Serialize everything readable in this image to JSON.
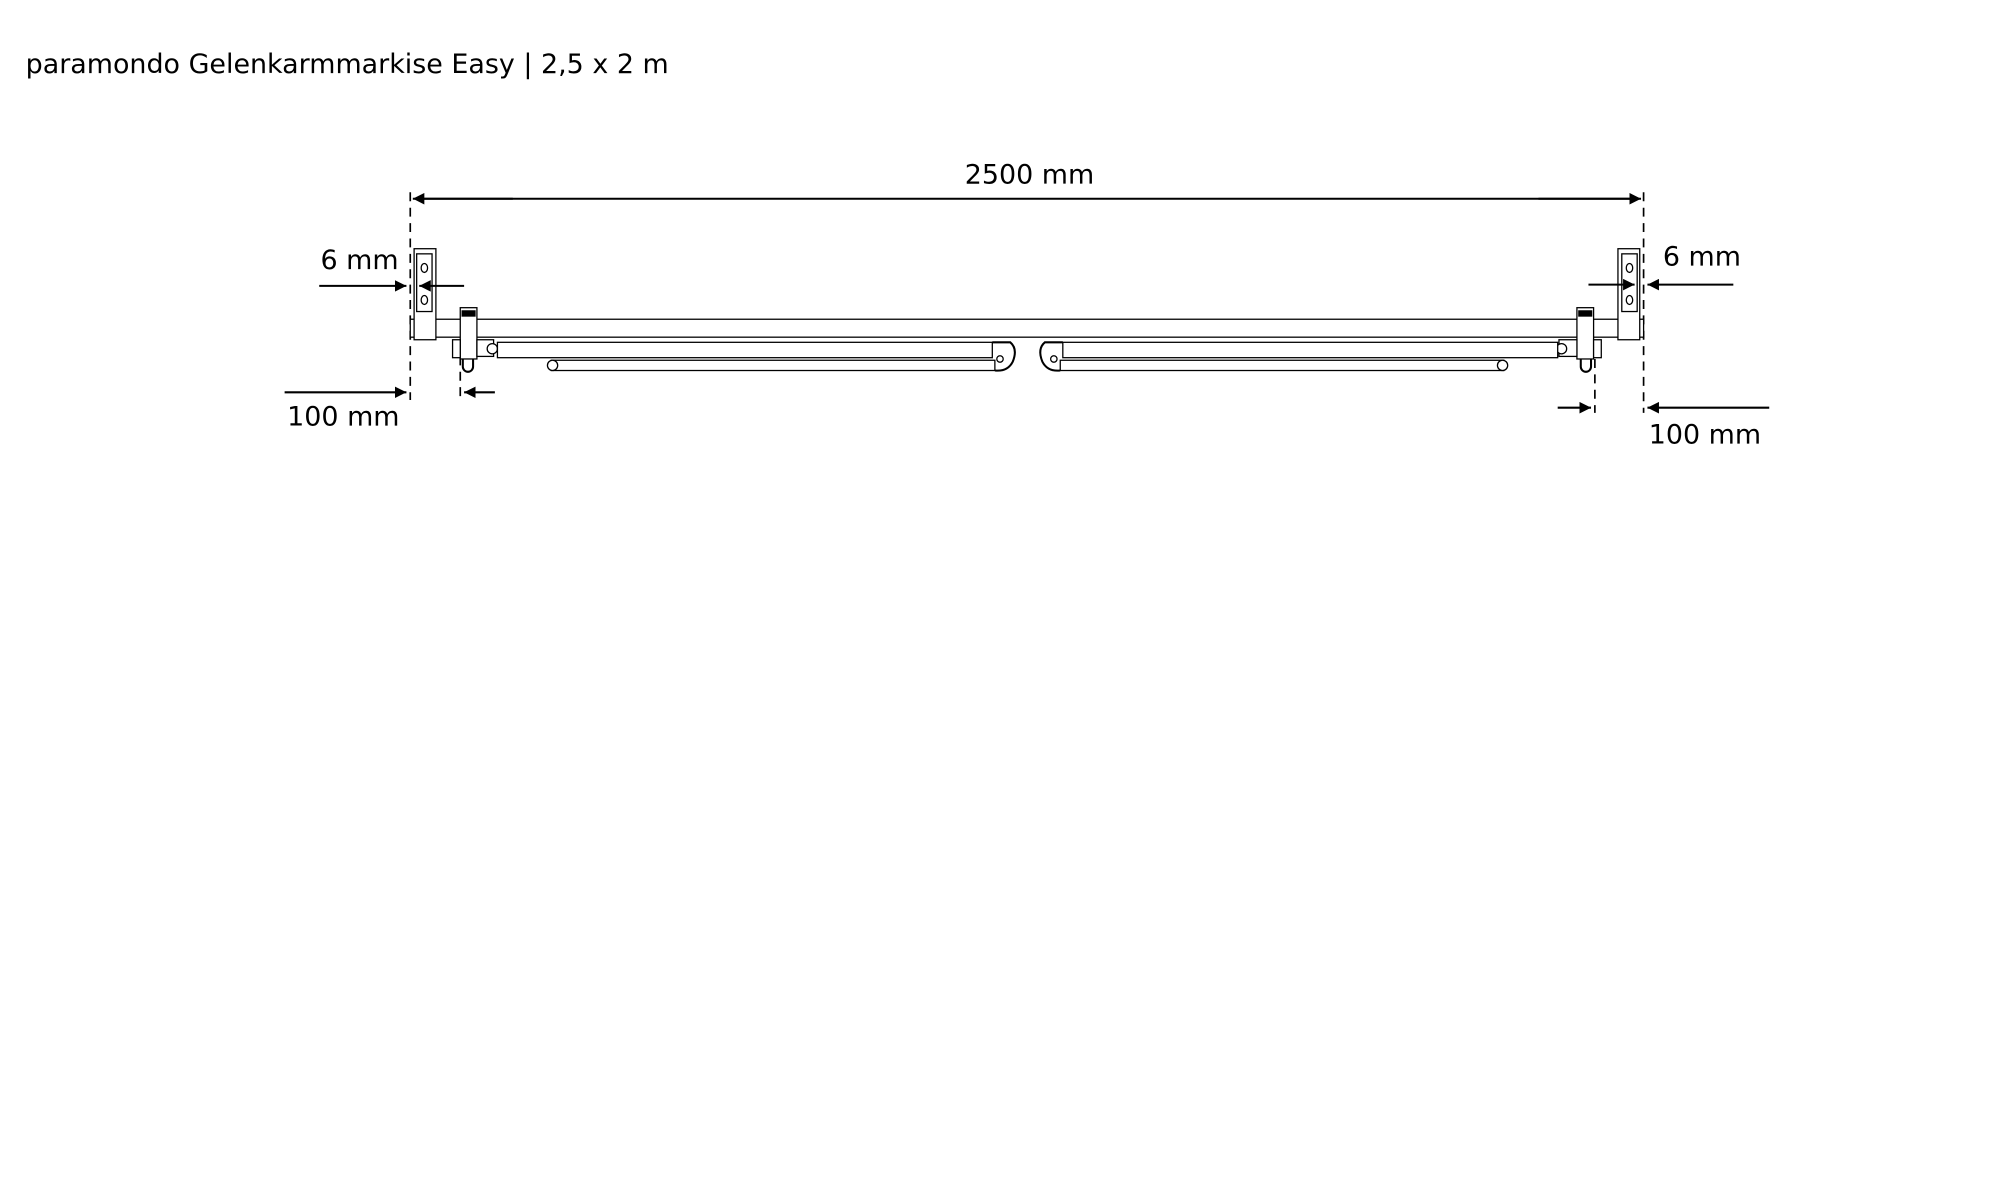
{
  "title": "paramondo Gelenkarmmarkise Easy | 2,5 x 2 m",
  "dimensions": {
    "total_width": "2500 mm",
    "left_bracket_offset": "6 mm",
    "right_bracket_offset": "6 mm",
    "left_arm_offset": "100 mm",
    "right_arm_offset": "100 mm"
  }
}
